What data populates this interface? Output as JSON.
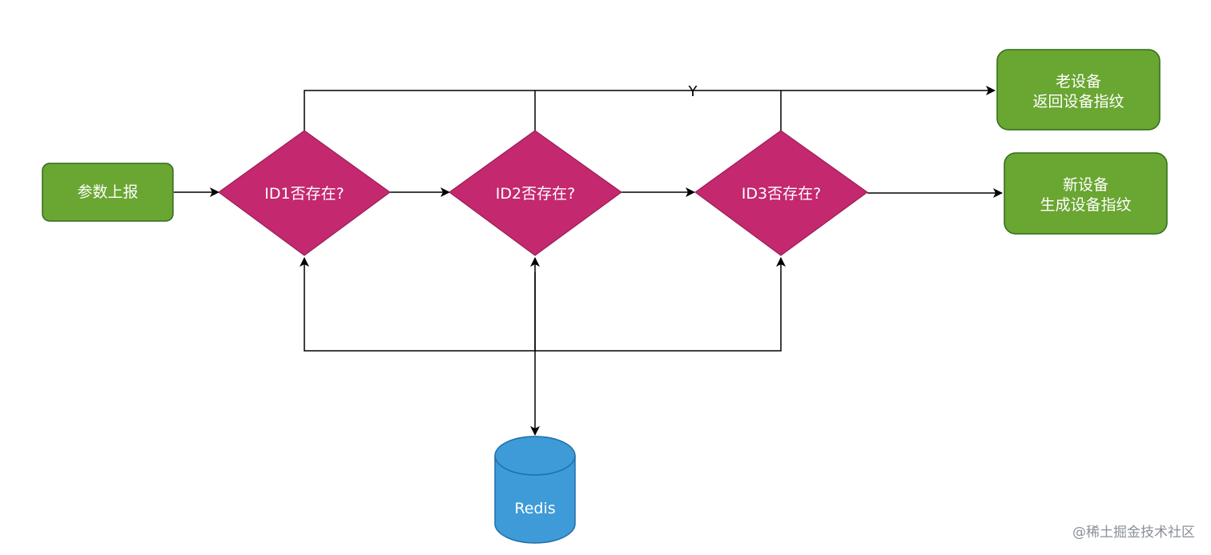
{
  "colors": {
    "process_fill": "#6aa632",
    "process_stroke": "#2f6b17",
    "decision_fill": "#c4286f",
    "decision_stroke": "#8f1a50",
    "database_fill": "#3f9ad8",
    "database_stroke": "#1f6fa8",
    "edge": "#000000",
    "watermark": "#8a8f99"
  },
  "nodes": {
    "start": {
      "label": "参数上报"
    },
    "id1": {
      "label": "ID1否存在?"
    },
    "id2": {
      "label": "ID2否存在?"
    },
    "id3": {
      "label": "ID3否存在?"
    },
    "old_device": {
      "line1": "老设备",
      "line2": "返回设备指纹"
    },
    "new_device": {
      "line1": "新设备",
      "line2": "生成设备指纹"
    },
    "redis": {
      "label": "Redis"
    }
  },
  "edges": {
    "yes_label": "Y"
  },
  "watermark": "@稀土掘金技术社区"
}
